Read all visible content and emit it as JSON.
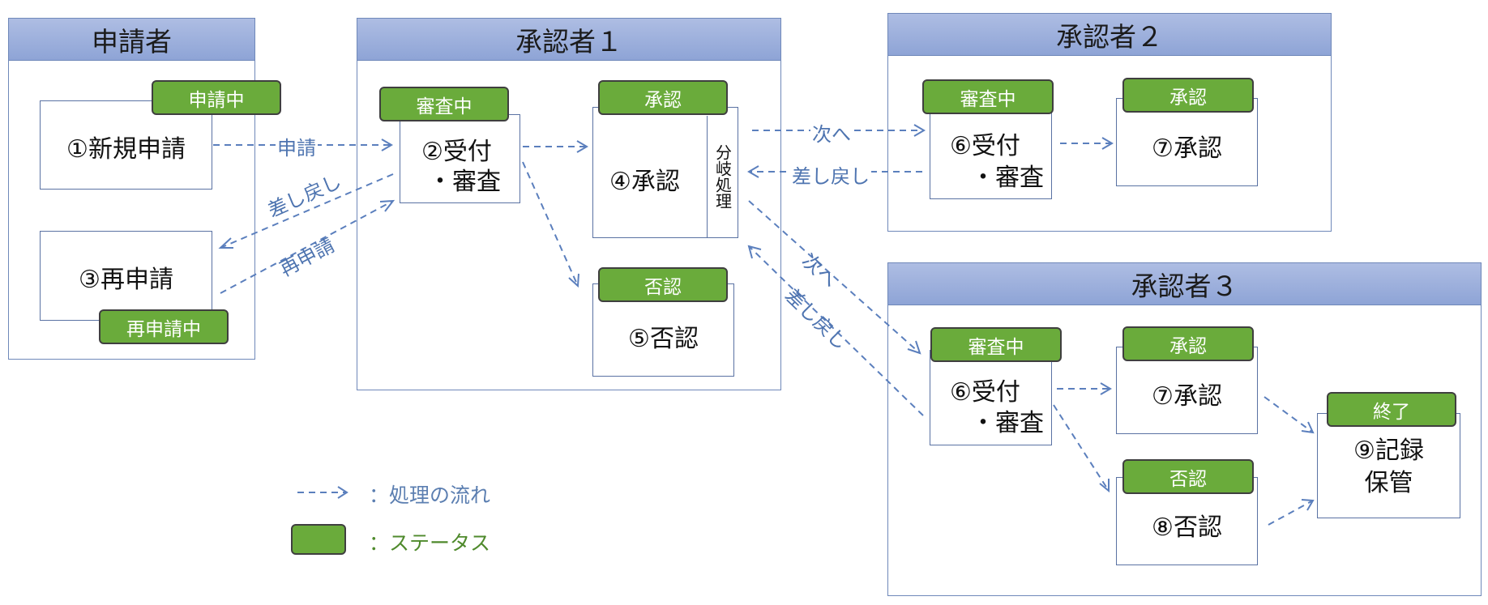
{
  "lanes": {
    "applicant": "申請者",
    "approver1": "承認者１",
    "approver2": "承認者２",
    "approver3": "承認者３"
  },
  "steps": {
    "s1": "①新規申請",
    "s2_line1": "②受付",
    "s2_line2": "・審査",
    "s3": "③再申請",
    "s4": "④承認",
    "s4_branch": "分岐処理",
    "s5": "⑤否認",
    "s6_line1": "⑥受付",
    "s6_line2": "・審査",
    "s7": "⑦承認",
    "s8": "⑧否認",
    "s9_line1": "⑨記録",
    "s9_line2": "保管"
  },
  "statuses": {
    "applying": "申請中",
    "reapplying": "再申請中",
    "reviewing": "審査中",
    "approved": "承認",
    "rejected": "否認",
    "completed": "終了"
  },
  "arrow_labels": {
    "apply": "申請",
    "send_back": "差し戻し",
    "reapply": "再申請",
    "next": "次へ"
  },
  "legend": {
    "flow": "：処理の流れ",
    "status": "：ステータス"
  },
  "colors": {
    "status_fill": "#6aab3b",
    "lane_header": "#8ea4d6",
    "flow_arrow": "#5b7fbd"
  }
}
